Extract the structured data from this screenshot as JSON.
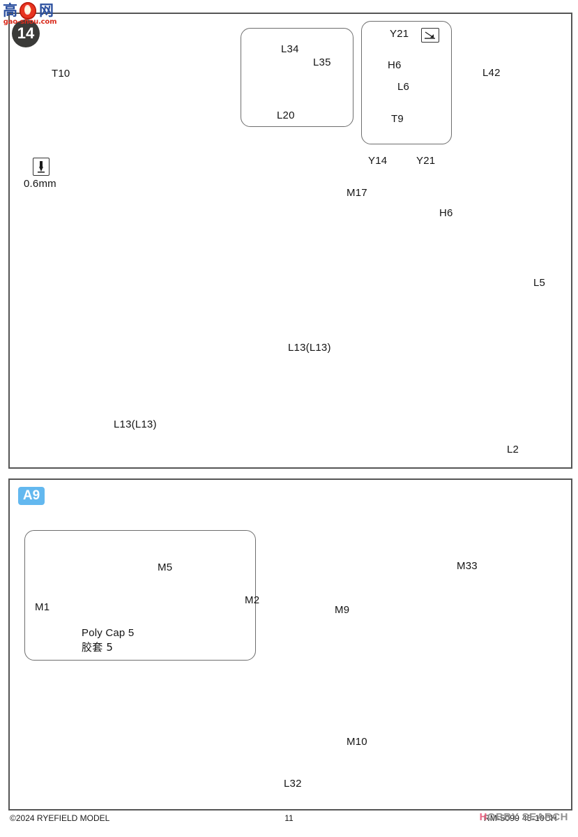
{
  "meta": {
    "watermark_logo_left": "高",
    "watermark_logo_right": "网",
    "watermark_domain": "gao-shou.com",
    "watermark_hobby_1": "H",
    "watermark_hobby_2": "OBBY SEARCH"
  },
  "steps": {
    "main_step": "14",
    "sub_step": "A9"
  },
  "footer": {
    "copyright": "©2024 RYEFIELD MODEL",
    "page_number": "11",
    "kit_number": "RM-5099  45-10CH"
  },
  "panel_top": {
    "labels": [
      {
        "id": "t10",
        "text": "T10"
      },
      {
        "id": "drill_size",
        "text": "0.6mm"
      },
      {
        "id": "l34",
        "text": "L34"
      },
      {
        "id": "l35",
        "text": "L35"
      },
      {
        "id": "l20",
        "text": "L20"
      },
      {
        "id": "y21_box",
        "text": "Y21"
      },
      {
        "id": "h6_box",
        "text": "H6"
      },
      {
        "id": "l6",
        "text": "L6"
      },
      {
        "id": "t9",
        "text": "T9"
      },
      {
        "id": "l42",
        "text": "L42"
      },
      {
        "id": "y14",
        "text": "Y14"
      },
      {
        "id": "y21",
        "text": "Y21"
      },
      {
        "id": "m17",
        "text": "M17"
      },
      {
        "id": "h6",
        "text": "H6"
      },
      {
        "id": "l5",
        "text": "L5"
      },
      {
        "id": "l13_turret",
        "text": "L13(L13)"
      },
      {
        "id": "l13_hull",
        "text": "L13(L13)"
      },
      {
        "id": "l2",
        "text": "L2"
      }
    ],
    "icons": {
      "drill": "drill-icon",
      "bend": "photo-etch-bend-icon",
      "transition_arrow": "striped-arrow-icon"
    }
  },
  "panel_bottom": {
    "labels": [
      {
        "id": "m1",
        "text": "M1"
      },
      {
        "id": "m5",
        "text": "M5"
      },
      {
        "id": "m2",
        "text": "M2"
      },
      {
        "id": "polycap_en",
        "text": "Poly Cap 5"
      },
      {
        "id": "polycap_cn",
        "text": "胶套 5"
      },
      {
        "id": "m9",
        "text": "M9"
      },
      {
        "id": "m33",
        "text": "M33"
      },
      {
        "id": "m10",
        "text": "M10"
      },
      {
        "id": "l32",
        "text": "L32"
      }
    ]
  },
  "colors": {
    "step_badge_bg": "#3a3a38",
    "sub_badge_bg": "#63b8ef",
    "panel_border": "#555555",
    "highlight_red": "#c32637",
    "part_yellow": "#d9c96a",
    "photo_body": "#a79cb0"
  }
}
